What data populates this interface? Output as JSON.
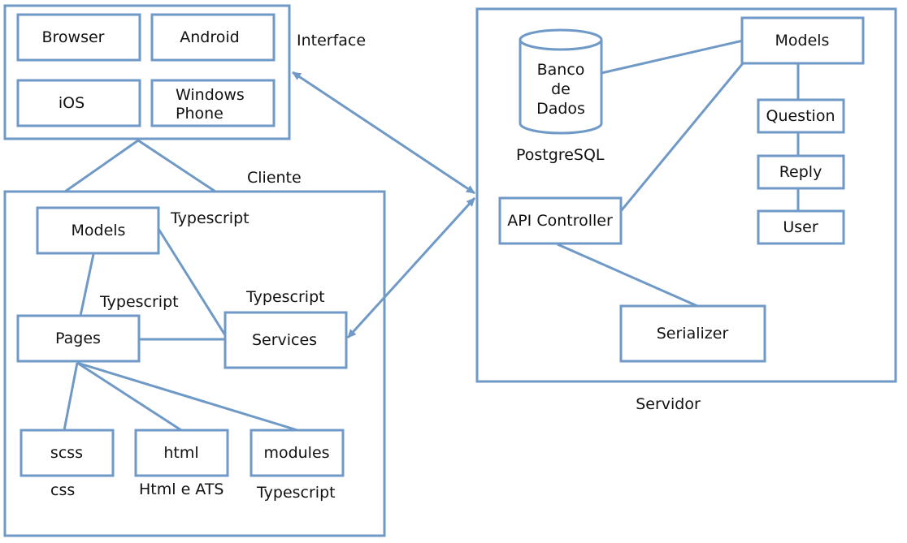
{
  "interface": {
    "title": "Interface",
    "browser": "Browser",
    "android": "Android",
    "ios": "iOS",
    "windows_phone_1": "Windows",
    "windows_phone_2": "Phone"
  },
  "cliente": {
    "title": "Cliente",
    "models": "Models",
    "models_lang": "Typescript",
    "pages": "Pages",
    "pages_lang": "Typescript",
    "services": "Services",
    "services_lang": "Typescript",
    "scss": "scss",
    "scss_lang": "css",
    "html": "html",
    "html_lang": "Html e ATS",
    "modules": "modules",
    "modules_lang": "Typescript"
  },
  "servidor": {
    "title": "Servidor",
    "db_1": "Banco",
    "db_2": "de",
    "db_3": "Dados",
    "db_label": "PostgreSQL",
    "models": "Models",
    "question": "Question",
    "reply": "Reply",
    "user": "User",
    "api_controller": "API Controller",
    "serializer": "Serializer"
  },
  "colors": {
    "stroke": "#6f99c6",
    "text": "#111111",
    "background": "#ffffff"
  }
}
